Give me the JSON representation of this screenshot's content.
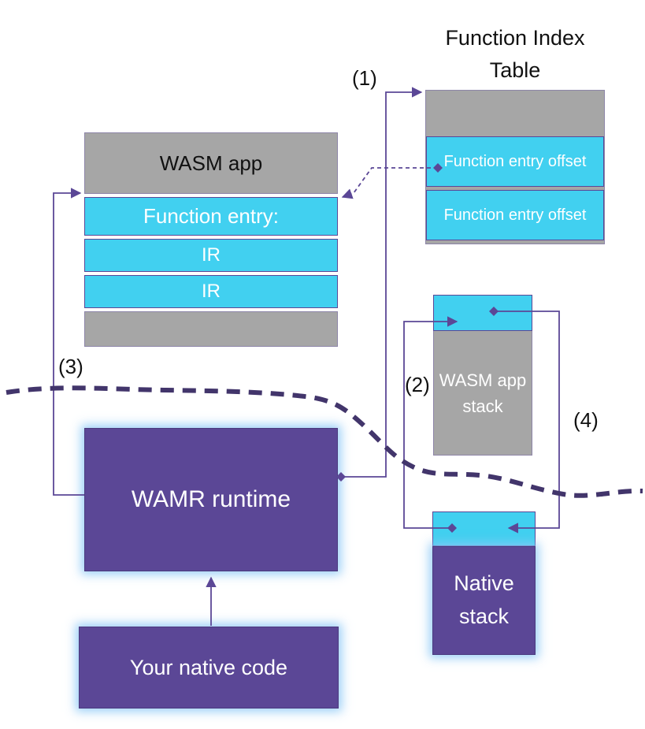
{
  "colors": {
    "gray": "#a6a6a6",
    "cyan": "#41d0f0",
    "purple": "#5b4796",
    "dark_purple_dash": "#42356b",
    "connector": "#5b4796",
    "glow": "#8cc8f6",
    "text_dark": "#111111",
    "text_light": "#ffffff"
  },
  "labels": {
    "step1": "(1)",
    "step2": "(2)",
    "step3": "(3)",
    "step4": "(4)"
  },
  "function_index_table": {
    "title": "Function Index Table",
    "rows": [
      "Function entry offset",
      "Function entry offset"
    ]
  },
  "wasm_app": {
    "title": "WASM app",
    "rows": [
      "Function entry:",
      "IR",
      "IR"
    ]
  },
  "wamr_runtime": {
    "label": "WAMR runtime"
  },
  "native_code": {
    "label": "Your native code"
  },
  "wasm_app_stack": {
    "label": "WASM app stack"
  },
  "native_stack": {
    "label": "Native stack"
  }
}
